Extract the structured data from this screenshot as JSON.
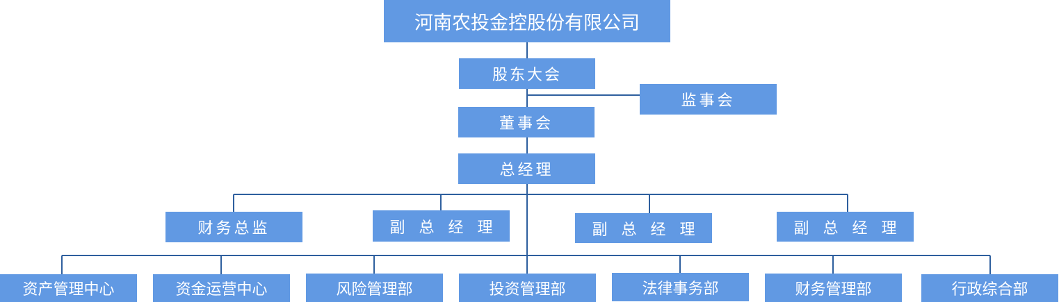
{
  "org": {
    "company": "河南农投金控股份有限公司",
    "shareholders_meeting": "股东大会",
    "supervisory_board": "监事会",
    "board_of_directors": "董事会",
    "general_manager": "总经理",
    "management": [
      "财务总监",
      "副总经理",
      "副总经理",
      "副总经理"
    ],
    "departments": [
      "资产管理中心",
      "资金运营中心",
      "风险管理部",
      "投资管理部",
      "法律事务部",
      "财务管理部",
      "行政综合部"
    ]
  },
  "colors": {
    "box_fill": "#6199e3",
    "line": "#2e5f9e",
    "text": "#ffffff"
  }
}
